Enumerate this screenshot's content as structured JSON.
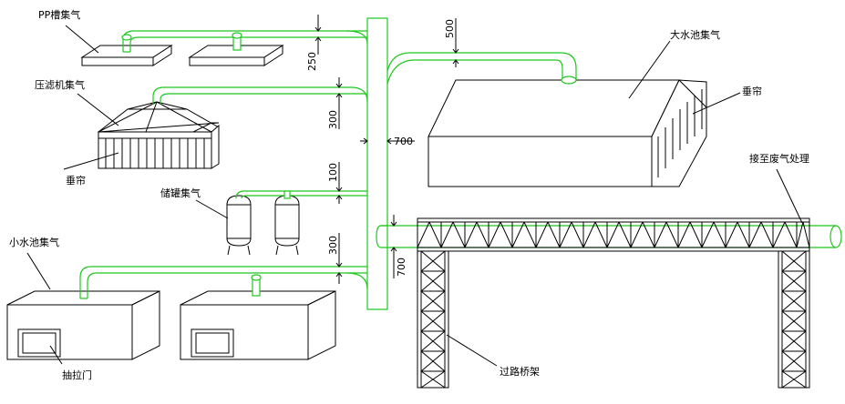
{
  "labels": {
    "pp_tank": "PP槽集气",
    "filter_press": "压滤机集气",
    "curtain_left": "垂帘",
    "storage_tank": "储罐集气",
    "small_pool": "小水池集气",
    "drawer_door": "抽拉门",
    "big_pool": "大水池集气",
    "curtain_right": "垂帘",
    "to_exhaust": "接至废气处理",
    "bridge": "过路桥架"
  },
  "dimensions": {
    "d250": "250",
    "d300a": "300",
    "d100": "100",
    "d300b": "300",
    "d500": "500",
    "d700h": "700",
    "d700v": "700"
  },
  "colors": {
    "duct": "#1ec81e",
    "line": "#000000",
    "background": "#ffffff"
  }
}
